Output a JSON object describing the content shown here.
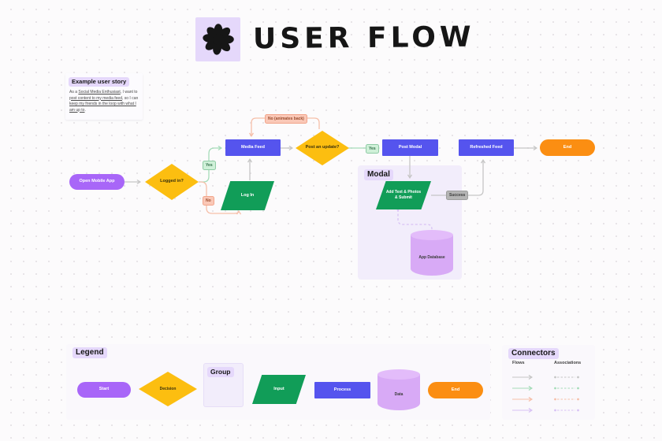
{
  "title": {
    "text": "USER FLOW"
  },
  "story": {
    "heading": "Example user story",
    "segments": [
      {
        "text": "As a "
      },
      {
        "text": "Social Media Enthusiast"
      },
      {
        "text": ", I want to "
      },
      {
        "text": "post content to my media feed"
      },
      {
        "text": ", so I can "
      },
      {
        "text": "keep my friends in the loop with what I am up to"
      },
      {
        "text": "."
      }
    ]
  },
  "flow": {
    "open_mobile_app": "Open Mobile App",
    "logged_in": "Logged in?",
    "media_feed": "Media Feed",
    "log_in": "Log In",
    "post_update": "Post an update?",
    "post_modal": "Post Modal",
    "refreshed_feed": "Refreshed Feed",
    "end": "End",
    "modal_group": "Modal",
    "add_text_line1": "Add Text & Photos",
    "add_text_line2": "& Submit",
    "app_database": "App Database",
    "labels": {
      "yes1": "Yes",
      "no1": "No",
      "loop_back": "No (animates back)",
      "yes2": "Yes",
      "success": "Success"
    }
  },
  "legend": {
    "heading": "Legend",
    "start": "Start",
    "decision": "Decision",
    "group": "Group",
    "input": "Input",
    "process": "Process",
    "data": "Data",
    "end": "End"
  },
  "connectors": {
    "heading": "Connectors",
    "flows_label": "Flows",
    "assoc_label": "Associations"
  },
  "colors": {
    "ink": "#161616",
    "purple": "#A866F8",
    "yellow": "#FCBE10",
    "blue": "#5554EE",
    "green": "#119D58",
    "orange": "#FB8E12",
    "data_purple": "#D8AAF6",
    "data_purple_top": "#E3BCFA",
    "group_bg": "#F2EDFB",
    "group_border": "#E6DEF7",
    "panel_bg": "#FAF8FC",
    "highlight": "#E5D8FB",
    "node_text_light": "#FFFFFF",
    "node_text_dark": "#38300E",
    "cyl_text": "#3C3C3C",
    "yes_bg": "#CFF0D8",
    "yes_text": "#2E6B45",
    "yes_border": "#8FCBA5",
    "no_bg": "#FAC8B7",
    "no_text": "#9A4B2C",
    "no_border": "#F2A58B",
    "success_bg": "#B4B4B4",
    "success_text": "#3A3A3A",
    "success_border": "#9D9D9D",
    "flow_gray": "#C6C6C6",
    "flow_green": "#A5DCB9",
    "flow_salmon": "#F6BFA9",
    "flow_purple": "#D8C2F4"
  }
}
